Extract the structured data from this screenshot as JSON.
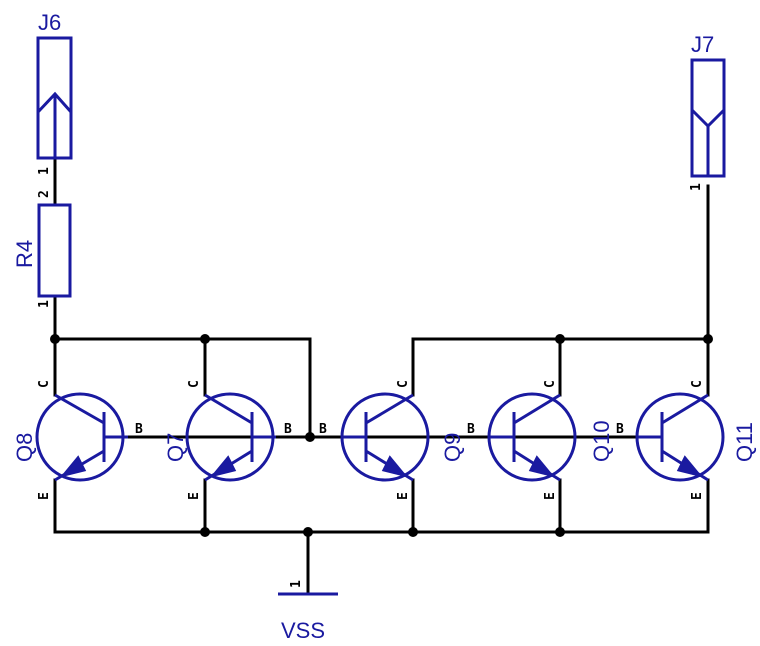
{
  "colors": {
    "symbol": "#1a1aa0",
    "wire": "#000000",
    "background": "#ffffff"
  },
  "connectors": {
    "j6": {
      "ref": "J6",
      "pin": "1",
      "icon": "connector-up-arrow-icon"
    },
    "j7": {
      "ref": "J7",
      "pin": "1",
      "icon": "connector-down-arrow-icon"
    }
  },
  "resistor": {
    "ref": "R4",
    "pin_top": "2",
    "pin_bottom": "1"
  },
  "transistors": [
    {
      "ref": "Q8",
      "collector": "C",
      "base": "B",
      "emitter": "E"
    },
    {
      "ref": "Q7",
      "collector": "C",
      "base": "B",
      "emitter": "E"
    },
    {
      "ref": "Q9",
      "collector": "C",
      "base": "B",
      "emitter": "E"
    },
    {
      "ref": "Q10",
      "collector": "C",
      "base": "B",
      "emitter": "E"
    },
    {
      "ref": "Q11",
      "collector": "C",
      "base": "B",
      "emitter": "E"
    }
  ],
  "ground": {
    "ref": "VSS",
    "pin": "1"
  }
}
